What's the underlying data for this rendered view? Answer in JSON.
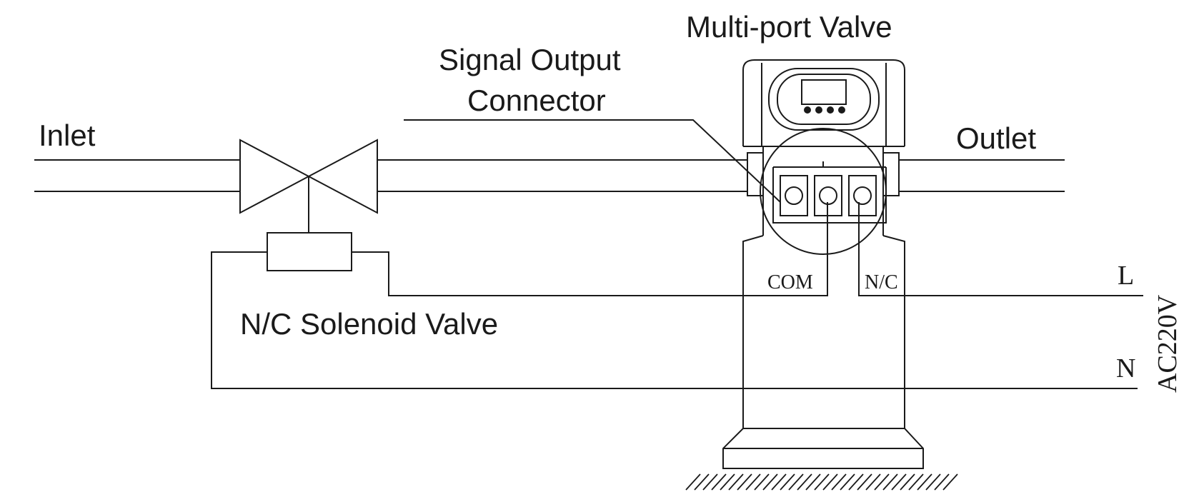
{
  "labels": {
    "multiport_valve": "Multi-port Valve",
    "signal_output_line1": "Signal Output",
    "signal_output_line2": "Connector",
    "inlet": "Inlet",
    "outlet": "Outlet",
    "solenoid_valve": "N/C Solenoid Valve",
    "com": "COM",
    "nc": "N/C",
    "line_l": "L",
    "line_n": "N",
    "supply": "AC220V"
  },
  "colors": {
    "line": "#1a1a1a",
    "background": "#ffffff"
  }
}
